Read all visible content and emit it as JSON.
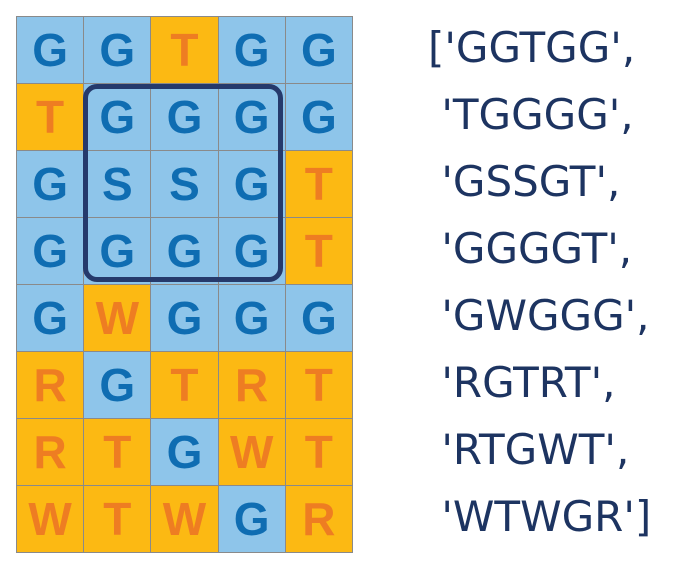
{
  "grid": {
    "rows": [
      [
        "G",
        "G",
        "T",
        "G",
        "G"
      ],
      [
        "T",
        "G",
        "G",
        "G",
        "G"
      ],
      [
        "G",
        "S",
        "S",
        "G",
        "T"
      ],
      [
        "G",
        "G",
        "G",
        "G",
        "T"
      ],
      [
        "G",
        "W",
        "G",
        "G",
        "G"
      ],
      [
        "R",
        "G",
        "T",
        "R",
        "T"
      ],
      [
        "R",
        "T",
        "G",
        "W",
        "T"
      ],
      [
        "W",
        "T",
        "W",
        "G",
        "R"
      ]
    ],
    "highlight": {
      "row_start": 1,
      "row_end": 3,
      "col_start": 1,
      "col_end": 3
    },
    "colors": {
      "blue_fill": "#8ec5ea",
      "blue_text": "#0f6db2",
      "orange_fill": "#fcb913",
      "orange_text": "#ee7d22",
      "highlight_border": "#253a6c"
    }
  },
  "list": {
    "lines": [
      "['GGTGG',",
      " 'TGGGG',",
      " 'GSSGT',",
      " 'GGGGT',",
      " 'GWGGG',",
      " 'RGTRT',",
      " 'RTGWT',",
      " 'WTWGR']"
    ],
    "text_color": "#1d3461"
  }
}
